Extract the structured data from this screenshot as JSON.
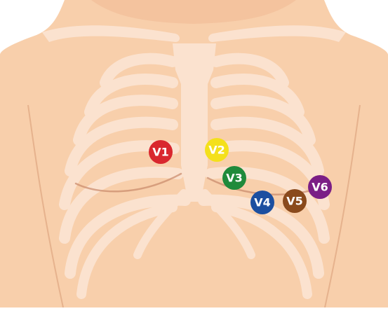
{
  "colors": {
    "skin": "#f8cfab",
    "skin_shadow": "#eeb68f",
    "bone": "#fbe2cf",
    "outline": "#d39670",
    "background": "#ffffff"
  },
  "electrodes": [
    {
      "id": "v1",
      "label": "V1",
      "color": "#d9272e"
    },
    {
      "id": "v2",
      "label": "V2",
      "color": "#f4e01b"
    },
    {
      "id": "v3",
      "label": "V3",
      "color": "#1f8a3b"
    },
    {
      "id": "v4",
      "label": "V4",
      "color": "#1c4fa0"
    },
    {
      "id": "v5",
      "label": "V5",
      "color": "#8a4a1c"
    },
    {
      "id": "v6",
      "label": "V6",
      "color": "#7b1e86"
    }
  ]
}
